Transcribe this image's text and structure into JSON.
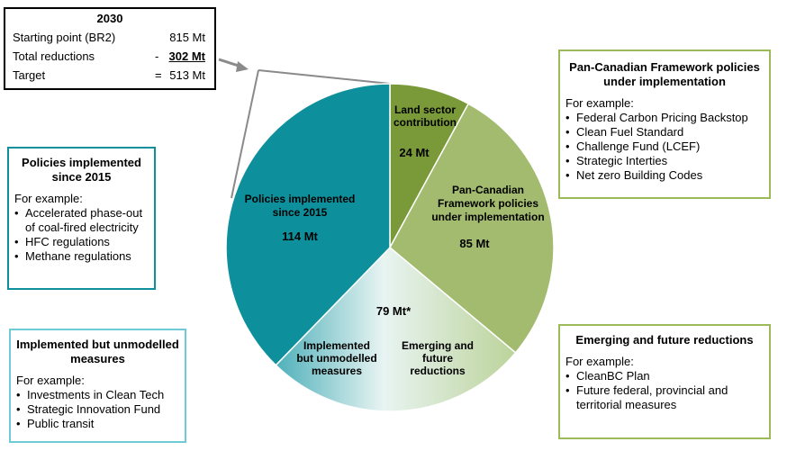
{
  "summary": {
    "year": "2030",
    "rows": [
      {
        "label": "Starting point (BR2)",
        "op": "",
        "value": "815 Mt"
      },
      {
        "label": "Total reductions",
        "op": "-",
        "value": "302 Mt"
      },
      {
        "label": "Target",
        "op": "=",
        "value": "513 Mt"
      }
    ]
  },
  "boxes": {
    "policies": {
      "title": "Policies implemented since 2015",
      "sub": "For example:",
      "items": [
        "Accelerated phase-out of coal-fired electricity",
        "HFC regulations",
        "Methane regulations"
      ]
    },
    "unmodelled": {
      "title": "Implemented but unmodelled measures",
      "sub": "For example:",
      "items": [
        "Investments in Clean Tech",
        "Strategic Innovation Fund",
        "Public transit"
      ]
    },
    "pcf": {
      "title": "Pan-Canadian Framework policies under implementation",
      "sub": "For example:",
      "items": [
        "Federal Carbon Pricing Backstop",
        "Clean Fuel Standard",
        "Challenge Fund (LCEF)",
        "Strategic Interties",
        "Net zero Building Codes"
      ]
    },
    "emerging": {
      "title": "Emerging and future reductions",
      "sub": "For example:",
      "items": [
        "CleanBC Plan",
        "Future federal, provincial and territorial measures"
      ]
    }
  },
  "chart_data": {
    "type": "pie",
    "slices": [
      {
        "label": "Land sector contribution",
        "value": 24,
        "value_label": "24 Mt",
        "color": "#7a9a3a"
      },
      {
        "label": "Pan-Canadian Framework policies under implementation",
        "value": 85,
        "value_label": "85 Mt",
        "color": "#a3bb6e"
      },
      {
        "label": "Implemented but unmodelled measures / Emerging and future reductions",
        "value": 79,
        "value_label": "79 Mt*",
        "color": "#d6ebe8",
        "sub_labels": [
          "Implemented but unmodelled measures",
          "Emerging and future reductions"
        ]
      },
      {
        "label": "Policies implemented since 2015",
        "value": 114,
        "value_label": "114 Mt",
        "color": "#0e8f9c"
      }
    ],
    "total": 302
  },
  "colors": {
    "teal": "#0e8f9c",
    "light_teal": "#6ecad4",
    "green": "#9bbb59",
    "dark_green": "#7a9a3a",
    "pale": "#d6ebe8"
  }
}
